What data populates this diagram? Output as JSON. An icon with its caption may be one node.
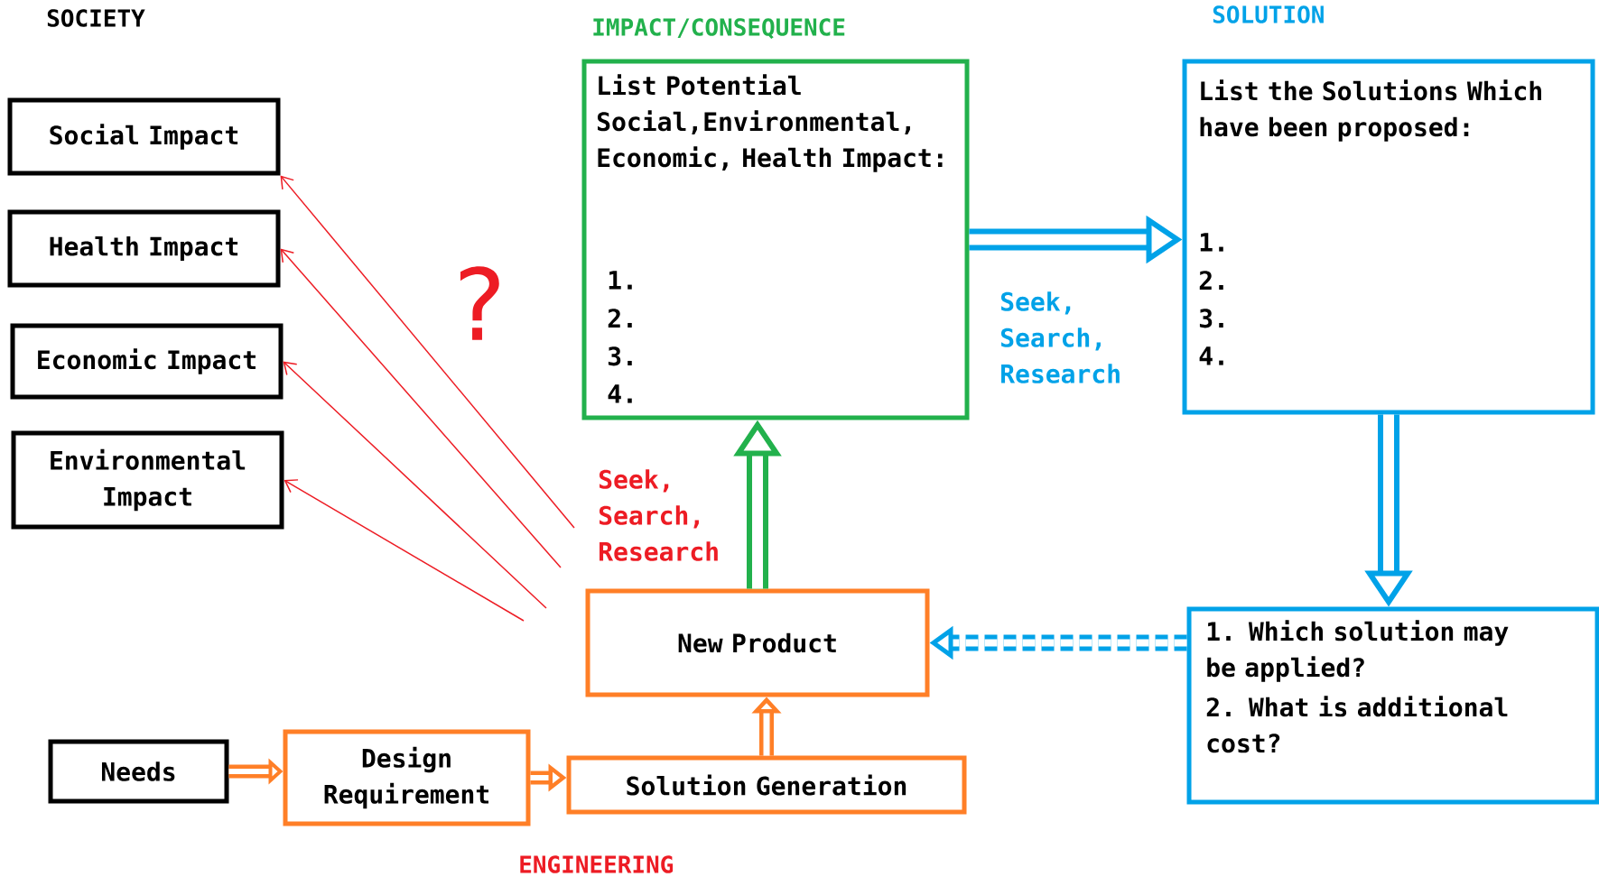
{
  "diagram": {
    "nodes": [
      {
        "text": [
          "Social Impact"
        ]
      },
      {
        "text": [
          "Health Impact"
        ]
      },
      {
        "text": [
          "Economic Impact"
        ]
      },
      {
        "text": [
          "Environmental Impact"
        ]
      },
      {
        "text": [
          "IMPACT/CONSEQUENCE",
          "List Potential Social,Environmental, Economic, Health Impact:",
          "1.",
          "2.",
          "3.",
          "4."
        ]
      },
      {
        "text": [
          "SOLUTION",
          "List the Solutions Which have been proposed:",
          "1.",
          "2.",
          "3.",
          "4."
        ]
      },
      {
        "text": [
          "New Product"
        ]
      },
      {
        "text": [
          "1. Which solution may be applied?",
          "2. What is additional cost?"
        ]
      },
      {
        "text": [
          "Needs"
        ]
      },
      {
        "text": [
          "Design Requirement"
        ]
      },
      {
        "text": [
          "Solution Generation"
        ]
      }
    ],
    "edges": [
      {
        "from": null,
        "to": 0,
        "arrow": "to",
        "color": "#ed1c24"
      },
      {
        "from": null,
        "to": 1,
        "arrow": "to",
        "color": "#ed1c24"
      },
      {
        "from": null,
        "to": 2,
        "arrow": "to",
        "color": "#ed1c24"
      },
      {
        "from": null,
        "to": 3,
        "arrow": "to",
        "color": "#ed1c24"
      },
      {
        "from": 6,
        "to": 4,
        "arrow": "to",
        "color": "#22b14c"
      },
      {
        "from": 4,
        "to": 5,
        "arrow": "to",
        "color": "#00a2e8"
      },
      {
        "from": 5,
        "to": 7,
        "arrow": "to",
        "color": "#00a2e8"
      },
      {
        "from": 7,
        "to": 6,
        "arrow": "to",
        "style": "dashed",
        "color": "#00a2e8"
      },
      {
        "from": 8,
        "to": 9,
        "arrow": "to",
        "color": "#ff7f27"
      },
      {
        "from": 9,
        "to": 10,
        "arrow": "to",
        "color": "#ff7f27"
      },
      {
        "from": 10,
        "to": 6,
        "arrow": "to",
        "color": "#ff7f27"
      }
    ],
    "labels": [
      "SOCIETY",
      "?",
      "Seek, Search, Research",
      "Seek, Search, Research",
      "ENGINEERING"
    ]
  }
}
